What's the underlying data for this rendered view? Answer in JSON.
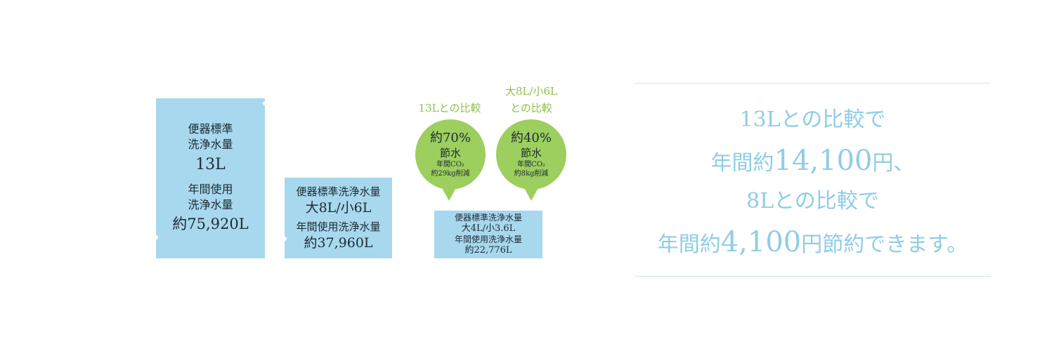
{
  "bar1": {
    "line1": "便器標準",
    "line2": "洗浄水量",
    "value": "13L",
    "line3": "年間使用",
    "line4": "洗浄水量",
    "annual": "約75,920L"
  },
  "bar2": {
    "line1": "便器標準洗浄水量",
    "value": "大8L/小6L",
    "line2": "年間使用洗浄水量",
    "annual": "約37,960L"
  },
  "bar3": {
    "line1": "便器標準洗浄水量",
    "value": "大4L/小3.6L",
    "line2": "年間使用洗浄水量",
    "annual": "約22,776L"
  },
  "bubble1": {
    "label": "13Lとの比較",
    "percent": "約70%",
    "saving": "節水",
    "co2_label": "年間CO₂",
    "co2_value": "約29kg削減"
  },
  "bubble2": {
    "label_line1": "大8L/小6L",
    "label_line2": "との比較",
    "percent": "約40%",
    "saving": "節水",
    "co2_label": "年間CO₂",
    "co2_value": "約8kg削減"
  },
  "message": {
    "line1": "13Lとの比較で",
    "line2_prefix": "年間約",
    "line2_amount": "14,100",
    "line2_suffix": "円、",
    "line3": "8Lとの比較で",
    "line4_prefix": "年間約",
    "line4_amount": "4,100",
    "line4_suffix": "円節約できます。"
  },
  "colors": {
    "bar": "#a7d8ee",
    "bubble": "#9ccf5e",
    "label_green": "#8fc14e",
    "message_blue": "#8fcde6"
  },
  "chart_data": {
    "type": "bar",
    "categories": [
      "13L",
      "大8L/小6L",
      "大4L/小3.6L"
    ],
    "values": [
      75920,
      37960,
      22776
    ],
    "title": "",
    "xlabel": "",
    "ylabel": "",
    "ylim": [
      0,
      80000
    ]
  }
}
